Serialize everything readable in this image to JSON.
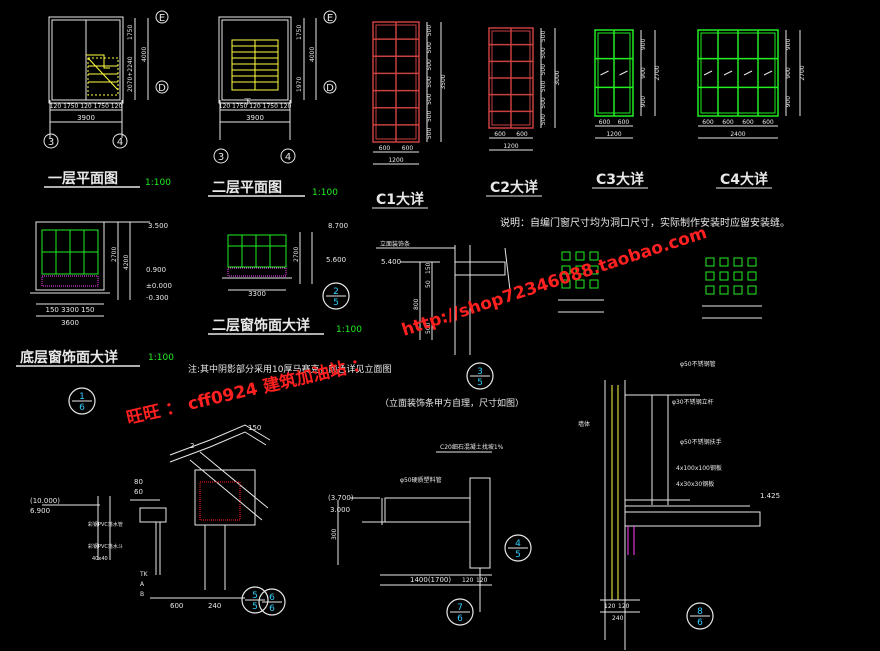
{
  "colors": {
    "background": "#000000",
    "line_white": "#e8e8e8",
    "red": "#ff2020",
    "green": "#22ee22",
    "cyan": "#30d0ff",
    "yellow": "#ffff40",
    "magenta": "#ff40ff",
    "window_red": "#c84040"
  },
  "plans": {
    "first": {
      "title": "一层平面图",
      "scale": "1:100",
      "axis_top": "E",
      "axis_bottom": "D",
      "axis_left": "3",
      "axis_right": "4",
      "dim_row": "120 1750 120 1750 120",
      "dim_total": "3900",
      "dim_v1": "1750",
      "dim_v2": "4000",
      "dim_v3": "2070+2240"
    },
    "second": {
      "title": "二层平面图",
      "scale": "1:100",
      "axis_top": "E",
      "axis_bottom": "D",
      "axis_left": "3",
      "axis_right": "4",
      "dim_row": "120 1750 120 1750 120",
      "dim_total": "3900",
      "dim_v1": "1750",
      "dim_v2": "4000",
      "dim_v3": "1970",
      "stair_mark": "下"
    }
  },
  "windows": {
    "c1": {
      "label": "C1大详",
      "dims_v": [
        "500",
        "500",
        "500",
        "500",
        "500",
        "500",
        "500"
      ],
      "total_v": "3500",
      "dims_h": [
        "600",
        "600"
      ],
      "total_h": "1200"
    },
    "c2": {
      "label": "C2大详",
      "dims_v": [
        "500",
        "500",
        "500",
        "500",
        "500",
        "500"
      ],
      "total_v": "3000",
      "dims_h": [
        "600",
        "600"
      ],
      "total_h": "1200"
    },
    "c3": {
      "label": "C3大详",
      "dims_v": [
        "900",
        "900",
        "900"
      ],
      "total_v": "2700",
      "dims_h": [
        "600",
        "600"
      ],
      "total_h": "1200"
    },
    "c4": {
      "label": "C4大详",
      "dims_v": [
        "900",
        "900",
        "900"
      ],
      "total_v": "2700",
      "dims_h": [
        "600",
        "600",
        "600",
        "600"
      ],
      "total_h": "2400"
    }
  },
  "note_top": "说明：自编门窗尺寸均为洞口尺寸，实际制作安装时应留安装缝。",
  "watermark_url": "http://shop72346088.taobao.com",
  "watermark_id": "旺旺 ： cff0924  建筑加油站 ：",
  "elevations": {
    "ground": {
      "title": "底层窗饰面大详",
      "scale": "1:100",
      "lv1": "3.500",
      "lv2": "0.900",
      "lv3": "±0.000",
      "lv4": "-0.300",
      "dim_row": "150  3300  150",
      "dim_total": "3600",
      "dim_v1": "2700",
      "dim_v2": "4200"
    },
    "second": {
      "title": "二层窗饰面大详",
      "scale": "1:100",
      "lv1": "8.700",
      "lv2": "5.600",
      "dim_total": "3300",
      "dim_v1": "2700"
    }
  },
  "section_small": {
    "label": "立面装饰条",
    "lv": "5.400",
    "dims": [
      "150",
      "50",
      "150",
      "800",
      "500"
    ]
  },
  "note_mid": "注:其中阴影部分采用10厚马赛克，颜色详见立面图",
  "note_mid2": "（立面装饰条甲方自理，尺寸如图）",
  "details": {
    "eave": {
      "lv1": "(10.000)",
      "lv2": "6.900",
      "dims": [
        "150",
        "2",
        "80",
        "60"
      ],
      "labels": [
        "彩钢PVC落水管",
        "彩钢PVC落水斗",
        "40x40",
        "TK",
        "A",
        "B"
      ],
      "bottom": [
        "600",
        "240"
      ]
    },
    "canopy": {
      "lv1": "(3.700)",
      "lv2": "3.000",
      "note1": "C20细石混凝土找坡1%",
      "note2": "φ50硬质塑料管",
      "dims_bottom": [
        "1400(1700)",
        "120",
        "120"
      ],
      "dim_left": "300"
    },
    "right": {
      "labels": [
        "φ50不锈钢管",
        "φ30不锈钢立杆",
        "φ50不锈钢扶手",
        "4x100x100钢板",
        "4x30x30钢板"
      ],
      "lv": "1.425",
      "dims_bottom": [
        "120",
        "120",
        "240"
      ],
      "side": "墙体"
    }
  },
  "callouts": [
    "1/6",
    "2/5",
    "3/5",
    "4/5",
    "5/5",
    "6/6",
    "7/6",
    "8/6"
  ]
}
